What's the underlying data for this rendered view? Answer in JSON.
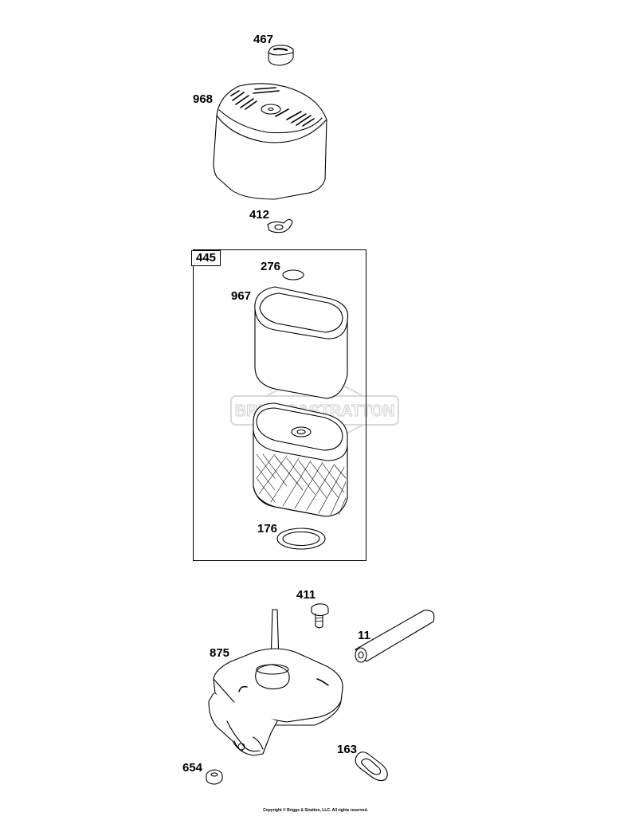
{
  "parts": [
    {
      "id": "p467",
      "label": "467"
    },
    {
      "id": "p968",
      "label": "968"
    },
    {
      "id": "p412",
      "label": "412"
    },
    {
      "id": "p276",
      "label": "276"
    },
    {
      "id": "p967",
      "label": "967"
    },
    {
      "id": "p176",
      "label": "176"
    },
    {
      "id": "p411",
      "label": "411"
    },
    {
      "id": "p11",
      "label": "11"
    },
    {
      "id": "p875",
      "label": "875"
    },
    {
      "id": "p163",
      "label": "163"
    },
    {
      "id": "p654",
      "label": "654"
    }
  ],
  "kit": {
    "label": "445"
  },
  "watermark": "BRIGGS&STRATTON",
  "footer": "Copyright © Briggs & Stratton, LLC. All rights reserved."
}
